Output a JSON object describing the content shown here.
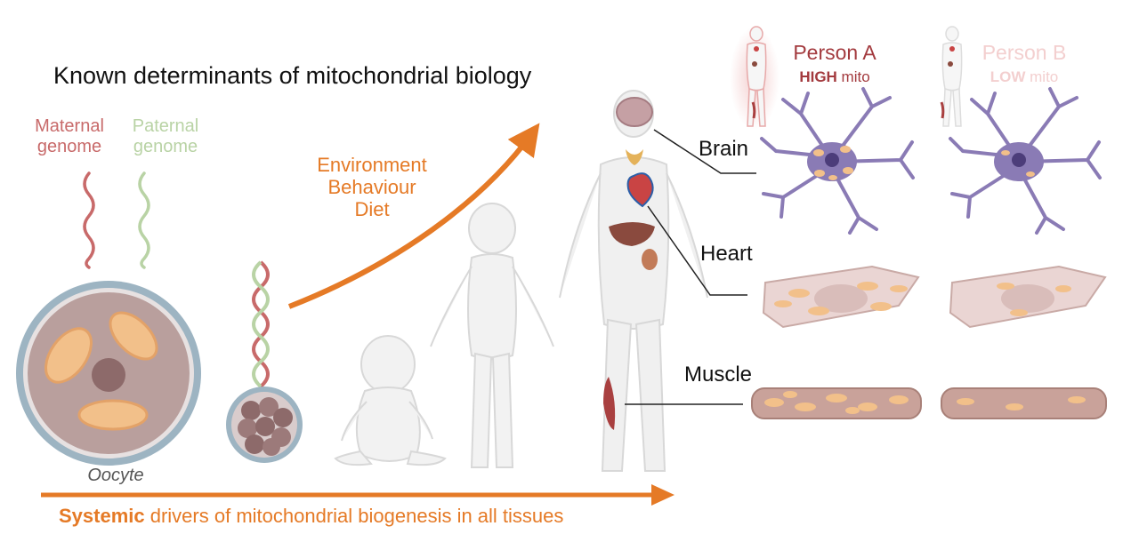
{
  "title": "Known determinants of mitochondrial biology",
  "genome": {
    "maternal": "Maternal genome",
    "paternal": "Paternal genome"
  },
  "environment": {
    "line1": "Environment",
    "line2": "Behaviour",
    "line3": "Diet"
  },
  "oocyte_label": "Oocyte",
  "organs": {
    "brain": "Brain",
    "heart": "Heart",
    "muscle": "Muscle"
  },
  "persons": {
    "a": {
      "name": "Person A",
      "level": "HIGH",
      "suffix": " mito",
      "color": "#a33a3e"
    },
    "b": {
      "name": "Person B",
      "level": "LOW",
      "suffix": " mito",
      "color": "#f3cfcf"
    }
  },
  "bottom": {
    "emphasis": "Systemic",
    "rest": " drivers of mitochondrial biogenesis in all tissues"
  },
  "colors": {
    "accent_orange": "#e57a26",
    "maternal": "#c86a6a",
    "paternal": "#b9d3a5",
    "neuron": "#8a7bb5",
    "mito": "#f2c08a"
  }
}
